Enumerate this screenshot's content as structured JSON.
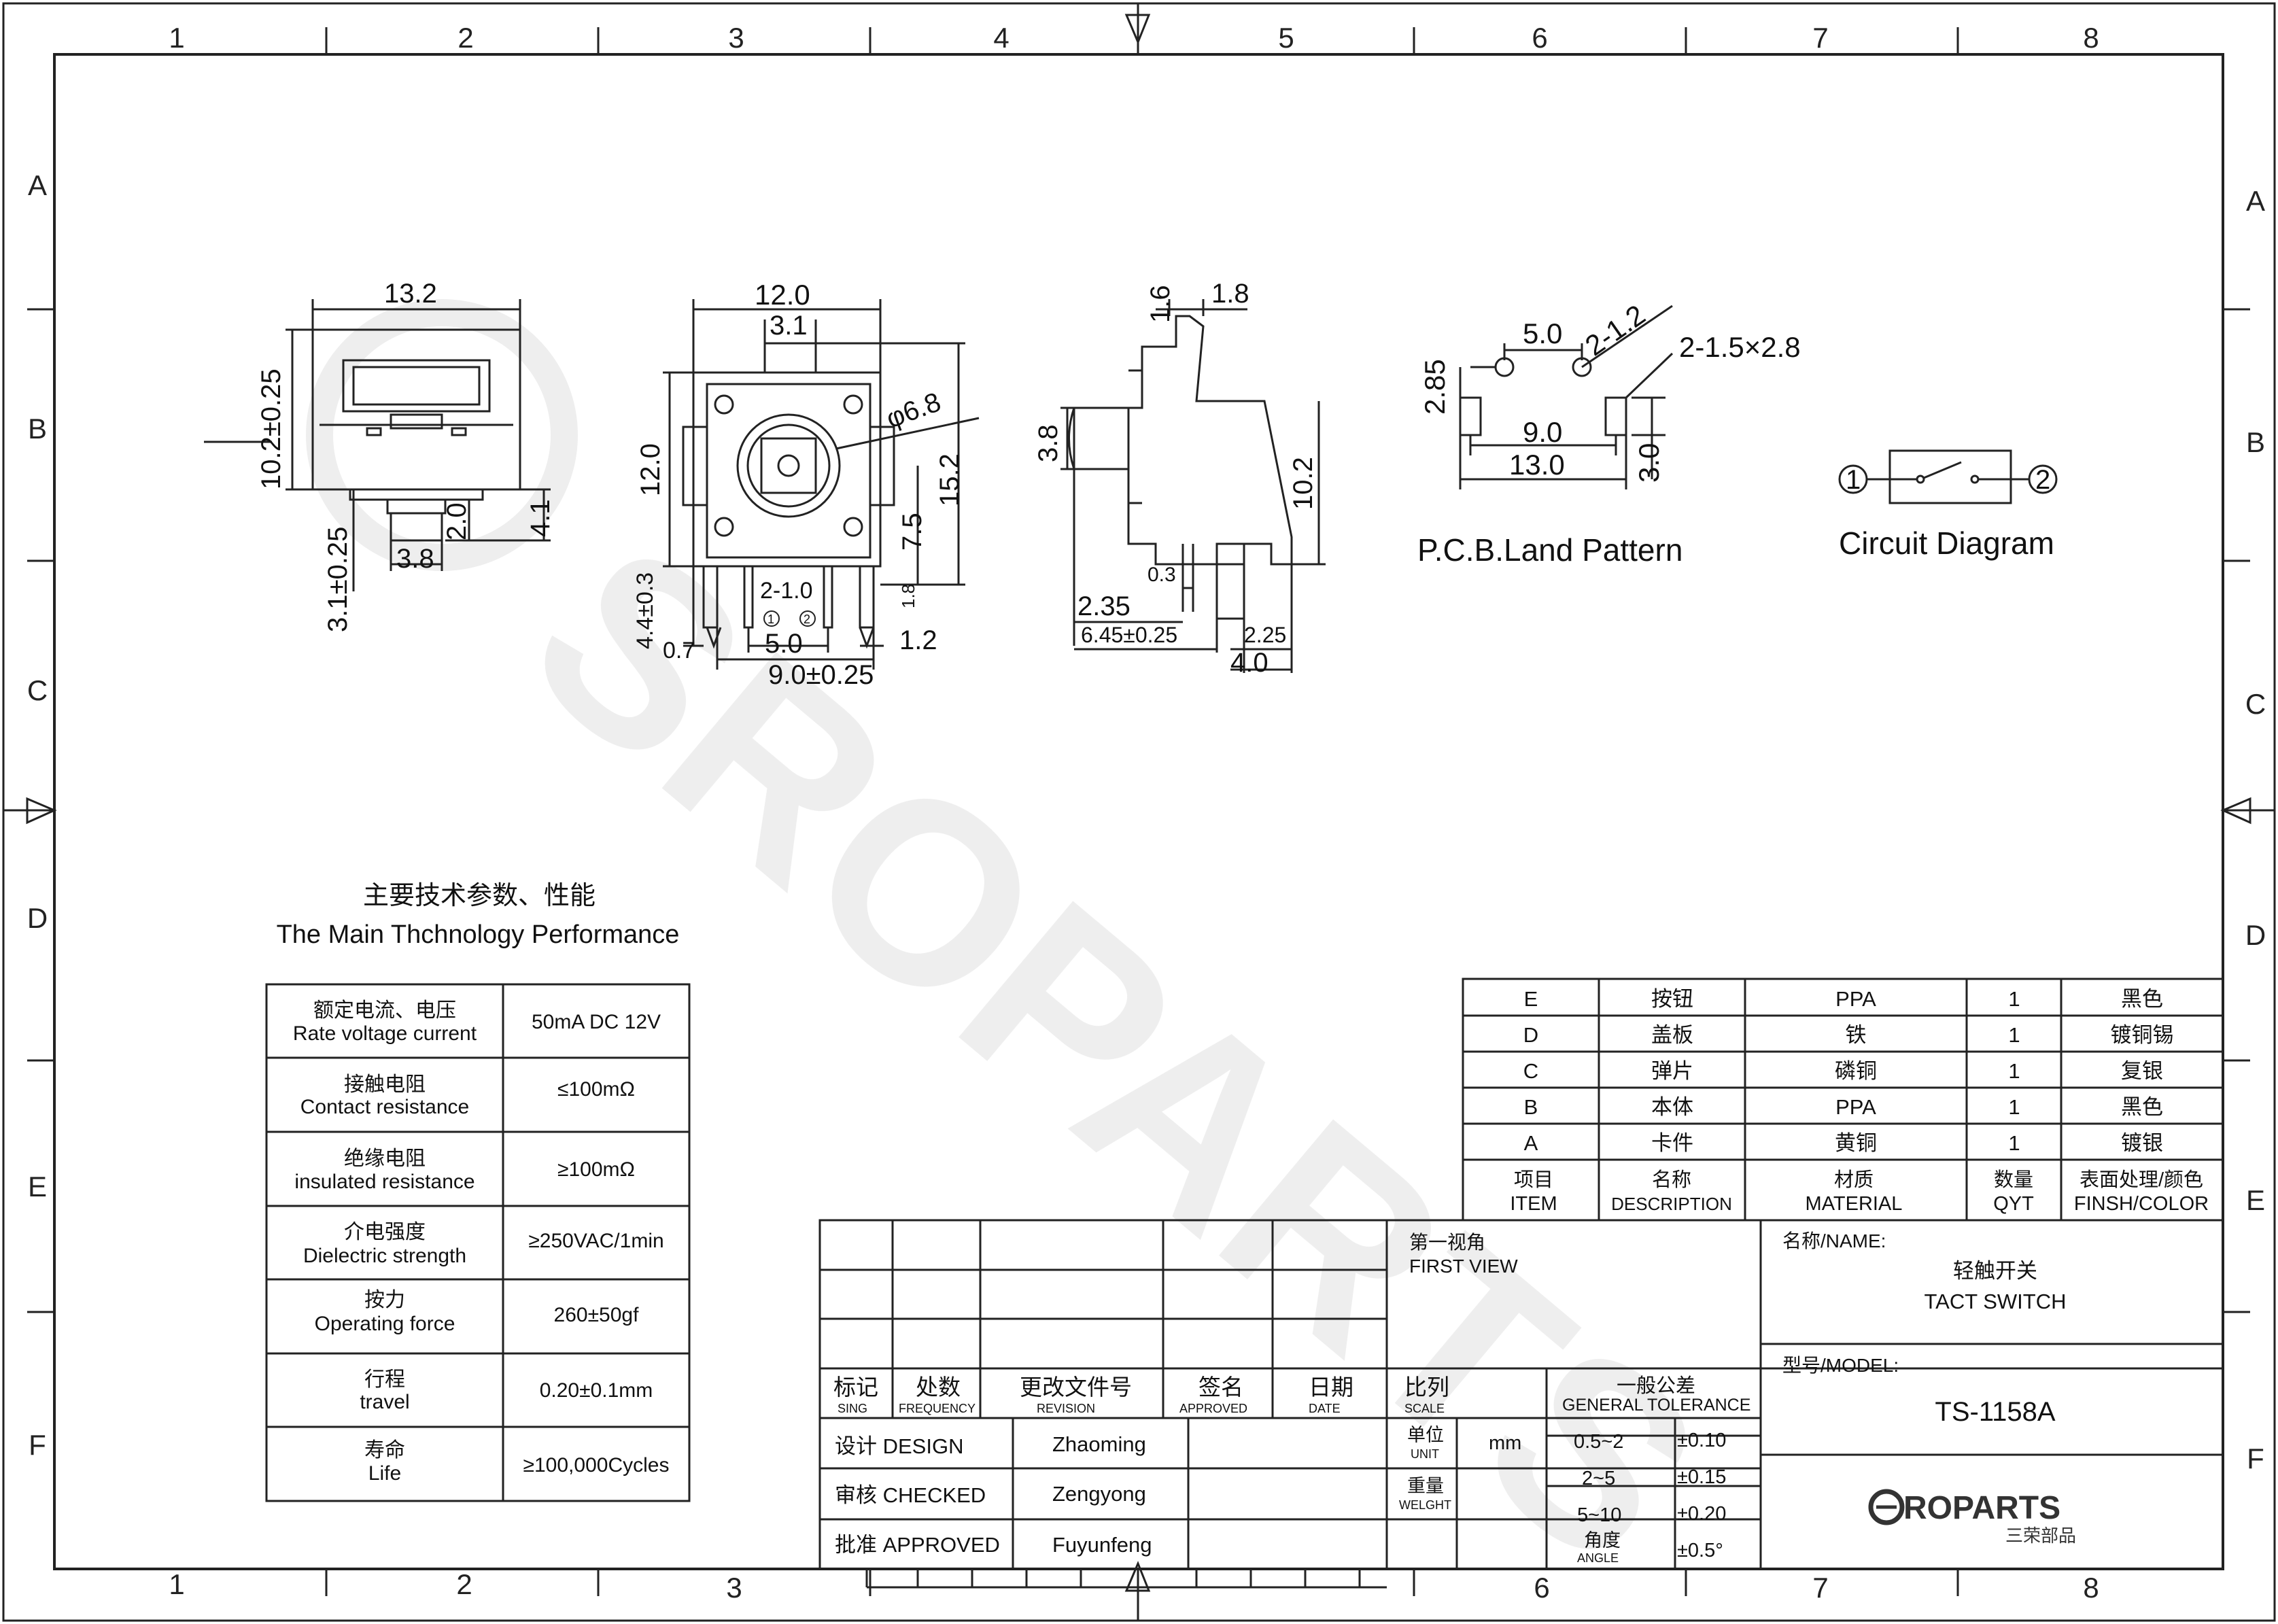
{
  "grid": {
    "columns": [
      "1",
      "2",
      "3",
      "4",
      "5",
      "6",
      "7",
      "8"
    ],
    "rows": [
      "A",
      "B",
      "C",
      "D",
      "E",
      "F"
    ]
  },
  "views": {
    "front": {
      "dims": [
        "13.2",
        "10.2±0.25",
        "3.1±0.25",
        "3.8",
        "2.0",
        "4.1"
      ]
    },
    "top": {
      "dims": [
        "12.0",
        "3.1",
        "12.0",
        "φ6.8",
        "15.2",
        "7.5",
        "4.4±0.3",
        "2-1.0",
        "1.8",
        "0.7",
        "5.0",
        "1.2",
        "9.0±0.25"
      ],
      "pins": [
        "1",
        "2"
      ]
    },
    "side": {
      "dims": [
        "1.6",
        "1.8",
        "3.8",
        "10.2",
        "0.3",
        "2.35",
        "6.45±0.25",
        "2.25",
        "4.0"
      ]
    },
    "pcb": {
      "dims": [
        "5.0",
        "2-1.2",
        "2-1.5×2.8",
        "2.85",
        "9.0",
        "13.0",
        "3.0"
      ],
      "caption": "P.C.B.Land Pattern"
    },
    "circuit": {
      "pins": [
        "1",
        "2"
      ],
      "caption": "Circuit Diagram"
    }
  },
  "specs": {
    "title_cn": "主要技术参数、性能",
    "title_en": "The Main Thchnology Performance",
    "rows": [
      {
        "cn": "额定电流、电压",
        "en": "Rate voltage current",
        "value": "50mA DC 12V"
      },
      {
        "cn": "接触电阻",
        "en": "Contact resistance",
        "value": "≤100mΩ"
      },
      {
        "cn": "绝缘电阻",
        "en": "insulated resistance",
        "value": "≥100mΩ"
      },
      {
        "cn": "介电强度",
        "en": "Dielectric strength",
        "value": "≥250VAC/1min"
      },
      {
        "cn": "按力",
        "en": "Operating force",
        "value": "260±50gf"
      },
      {
        "cn": "行程",
        "en": "travel",
        "value": "0.20±0.1mm"
      },
      {
        "cn": "寿命",
        "en": "Life",
        "value": "≥100,000Cycles"
      }
    ]
  },
  "bom": {
    "rows": [
      [
        "E",
        "按钮",
        "PPA",
        "1",
        "黑色"
      ],
      [
        "D",
        "盖板",
        "铁",
        "1",
        "镀铜锡"
      ],
      [
        "C",
        "弹片",
        "磷铜",
        "1",
        "复银"
      ],
      [
        "B",
        "本体",
        "PPA",
        "1",
        "黑色"
      ],
      [
        "A",
        "卡件",
        "黄铜",
        "1",
        "镀银"
      ]
    ],
    "header": [
      {
        "cn": "项目",
        "en": "ITEM"
      },
      {
        "cn": "名称",
        "en": "DESCRIPTION"
      },
      {
        "cn": "材质",
        "en": "MATERIAL"
      },
      {
        "cn": "数量",
        "en": "QYT"
      },
      {
        "cn": "表面处理/颜色",
        "en": "FINSH/COLOR"
      }
    ]
  },
  "title_block": {
    "revision_header": [
      {
        "cn": "标记",
        "en": "SING"
      },
      {
        "cn": "处数",
        "en": "FREQUENCY"
      },
      {
        "cn": "更改文件号",
        "en": "REVISION"
      },
      {
        "cn": "签名",
        "en": "APPROVED"
      },
      {
        "cn": "日期",
        "en": "DATE"
      }
    ],
    "signoffs": [
      {
        "label": "设计 DESIGN",
        "name": "Zhaoming"
      },
      {
        "label": "审核 CHECKED",
        "name": "Zengyong"
      },
      {
        "label": "批准 APPROVED",
        "name": "Fuyunfeng"
      }
    ],
    "first_view_cn": "第一视角",
    "first_view_en": "FIRST VIEW",
    "scale_cn": "比列",
    "scale_en": "SCALE",
    "unit_cn": "单位",
    "unit_en": "UNIT",
    "unit_value": "mm",
    "weight_cn": "重量",
    "weight_en": "WELGHT",
    "tolerance_cn": "一般公差",
    "tolerance_en": "GENERAL TOLERANCE",
    "tolerances": [
      {
        "range": "0.5~2",
        "value": "±0.10"
      },
      {
        "range": "2~5",
        "value": "±0.15"
      },
      {
        "range": "5~10",
        "value": "±0.20"
      },
      {
        "range_cn": "角度",
        "range_en": "ANGLE",
        "value": "±0.5°"
      }
    ],
    "name_label": "名称/NAME:",
    "name_cn": "轻触开关",
    "name_en": "TACT  SWITCH",
    "model_label": "型号/MODEL:",
    "model": "TS-1158A",
    "logo_text": "ROPARTS",
    "logo_sub": "三荣部品"
  },
  "watermark": "SROPARTS"
}
